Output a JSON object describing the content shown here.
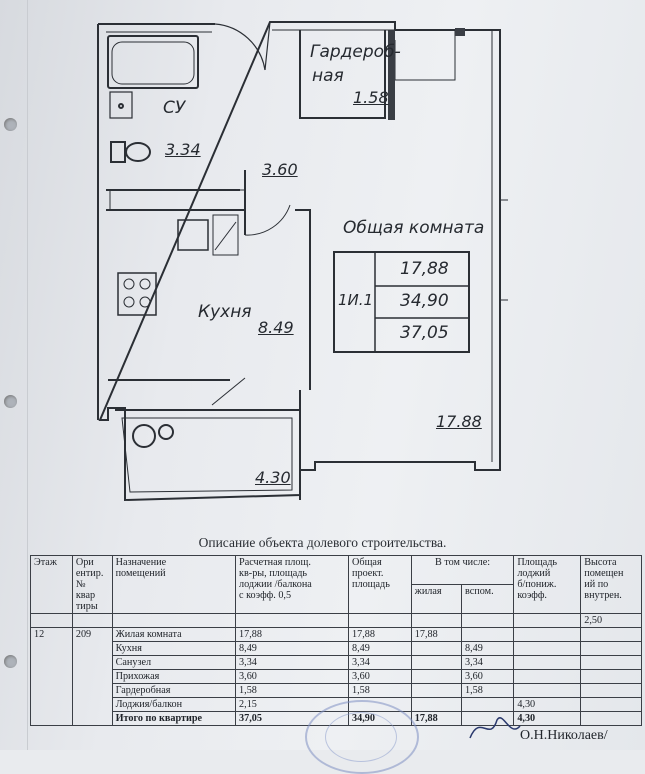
{
  "plan": {
    "rooms": [
      {
        "name": "Гардероб-",
        "key": "wardrobe_a"
      },
      {
        "name": "ная",
        "key": "wardrobe_b"
      }
    ],
    "labels": {
      "wardrobe_line1": "Гардероб-",
      "wardrobe_line2": "ная",
      "wardrobe_area": "1.58",
      "bath": "СУ",
      "bath_area": "3.34",
      "hall_area": "3.60",
      "living": "Общая комната",
      "kitchen": "Кухня",
      "kitchen_area": "8.49",
      "loggia_area": "4.30",
      "living_area": "17.88"
    },
    "legend": {
      "type": "1И.1",
      "living": "17,88",
      "total": "34,90",
      "total_with_loggia": "37,05"
    }
  },
  "description_title": "Описание объекта долевого строительства.",
  "table": {
    "headers": {
      "floor": "Этаж",
      "orient": "Ори\nентир.\n№\nквар\nтиры",
      "purpose": "Назначение\nпомещений",
      "calc_area": "Расчетная площ.\nкв-ры, площадь\nлоджии /балкона\nс коэфф. 0,5",
      "total_proj": "Общая\nпроект.\nплощадь",
      "incl": "В том числе:",
      "living": "жилая",
      "aux": "вспом.",
      "loggia": "Площадь\nлоджий\nб/пониж.\nкоэфф.",
      "height": "Высота\nпомещен\nий по\nвнутрен."
    },
    "height_value": "2,50",
    "floor_value": "12",
    "apt_value": "209",
    "rows": [
      {
        "name": "Жилая комната",
        "calc": "17,88",
        "total": "17,88",
        "living": "17,88",
        "aux": "",
        "loggia": ""
      },
      {
        "name": "Кухня",
        "calc": "8,49",
        "total": "8,49",
        "living": "",
        "aux": "8,49",
        "loggia": ""
      },
      {
        "name": "Санузел",
        "calc": "3,34",
        "total": "3,34",
        "living": "",
        "aux": "3,34",
        "loggia": ""
      },
      {
        "name": "Прихожая",
        "calc": "3,60",
        "total": "3,60",
        "living": "",
        "aux": "3,60",
        "loggia": ""
      },
      {
        "name": "Гардеробная",
        "calc": "1,58",
        "total": "1,58",
        "living": "",
        "aux": "1,58",
        "loggia": ""
      },
      {
        "name": "Лоджия/балкон",
        "calc": "2,15",
        "total": "",
        "living": "",
        "aux": "",
        "loggia": "4,30"
      }
    ],
    "totals": {
      "name": "Итого по квартире",
      "calc": "37,05",
      "total": "34,90",
      "living": "17,88",
      "aux": "",
      "loggia": "4,30"
    }
  },
  "signature": "О.Н.Николаев/"
}
